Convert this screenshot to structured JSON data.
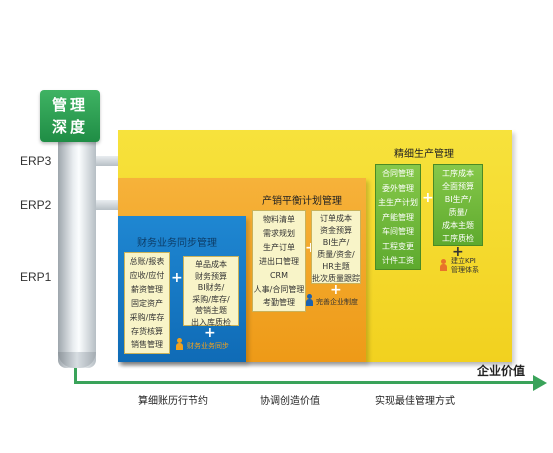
{
  "depth_label": {
    "line1": "管理",
    "line2": "深度"
  },
  "levels": [
    "ERP3",
    "ERP2",
    "ERP1"
  ],
  "x_axis_label": "企业价值",
  "x_stages": [
    "算细账历行节约",
    "协调创造价值",
    "实现最佳管理方式"
  ],
  "box1": {
    "title": "财务业务同步管理",
    "card_left": [
      "总账/报表",
      "应收/应付",
      "薪资管理",
      "固定资产",
      "采购/库存",
      "存货核算",
      "销售管理"
    ],
    "card_right": [
      "单品成本",
      "财务预算",
      "BI财务/",
      "采购/库存/",
      "营销主题",
      "出入库质检"
    ],
    "note": "财务业务同步"
  },
  "box2": {
    "title": "产销平衡计划管理",
    "card_left": [
      "物料清单",
      "需求规划",
      "生产订单",
      "进出口管理",
      "CRM",
      "人事/合同管理",
      "考勤管理"
    ],
    "card_right": [
      "订单成本",
      "资金预算",
      "BI生产/",
      "质量/资金/",
      "HR主题",
      "批次质量跟踪"
    ],
    "note": "完善企业制度"
  },
  "box3": {
    "title": "精细生产管理",
    "card_left": [
      "合同管理",
      "委外管理",
      "主生产计划",
      "产能管理",
      "车间管理",
      "工程变更",
      "计件工资"
    ],
    "card_right": [
      "工序成本",
      "全面预算",
      "BI生产/",
      "质量/",
      "成本主题",
      "工序质检"
    ],
    "note_line1": "建立KPI",
    "note_line2": "管理体系"
  },
  "plus_symbol": "+",
  "colors": {
    "axis": "#3aa35a",
    "erp1": "#1479c6",
    "erp2": "#f0a11f",
    "erp3": "#f4d92d",
    "card_green": "#6cb63a",
    "person": "#e8742a"
  }
}
